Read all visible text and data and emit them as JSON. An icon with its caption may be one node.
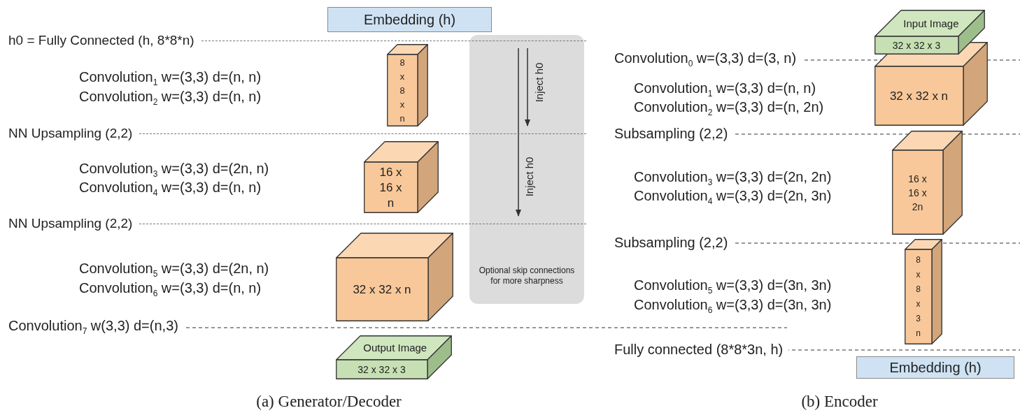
{
  "diagram": {
    "nodes": [
      {
        "text": [
          "Embedding (h)"
        ]
      },
      {
        "text": [
          "h0 = Fully Connected (h, 8*8*n)"
        ]
      },
      {
        "text": [
          "8 x 8 x n"
        ]
      },
      {
        "text": [
          "NN Upsampling (2,2)"
        ]
      },
      {
        "text": [
          "16 x 16 x n"
        ]
      },
      {
        "text": [
          "NN Upsampling (2,2)"
        ]
      },
      {
        "text": [
          "32 x 32 x n"
        ]
      },
      {
        "text": [
          "Output Image",
          "32 x 32 x 3"
        ]
      },
      {
        "text": [
          "Input Image",
          "32 x 32 x 3"
        ]
      },
      {
        "text": [
          "32 x 32 x n"
        ]
      },
      {
        "text": [
          "16 x 16 x 2n"
        ]
      },
      {
        "text": [
          "8 x 8 x 3 n"
        ]
      },
      {
        "text": [
          "Embedding (h)"
        ]
      }
    ],
    "edges": [
      {
        "from": 1,
        "to": 3,
        "arrow": "to",
        "label": "Inject h0"
      },
      {
        "from": 1,
        "to": 5,
        "arrow": "to",
        "label": "Inject h0"
      }
    ],
    "labels": [
      "Convolution$_{1}$ w=(3,3) d=(n, n)",
      "Convolution$_{2}$ w=(3,3) d=(n, n)",
      "Convolution$_{3}$ w=(3,3) d=(2n, n)",
      "Convolution$_{4}$ w=(3,3) d=(n, n)",
      "Optional skip connections for more sharpness",
      "Convolution$_{5}$ w=(3,3) d=(2n, n)",
      "Convolution$_{6}$ w=(3,3) d=(n, n)",
      "Convolution$_{7}$ w(3,3) d=(n,3)",
      "Convolution$_{0}$ w=(3,3) d=(3, n)",
      "Convolution$_{1}$ w=(3,3) d=(n, n)",
      "Convolution$_{2}$ w=(3,3) d=(n, 2n)",
      "Subsampling (2,2)",
      "Convolution$_{3}$ w=(3,3) d=(2n, 2n)",
      "Convolution$_{4}$ w=(3,3) d=(2n, 3n)",
      "Subsampling (2,2)",
      "Convolution$_{5}$ w=(3,3) d=(3n, 3n)",
      "Convolution$_{6}$ w=(3,3) d=(3n, 3n)",
      "Fully connected (8*8*3n, h)",
      "(a) Generator/Decoder",
      "(b) Encoder"
    ]
  }
}
